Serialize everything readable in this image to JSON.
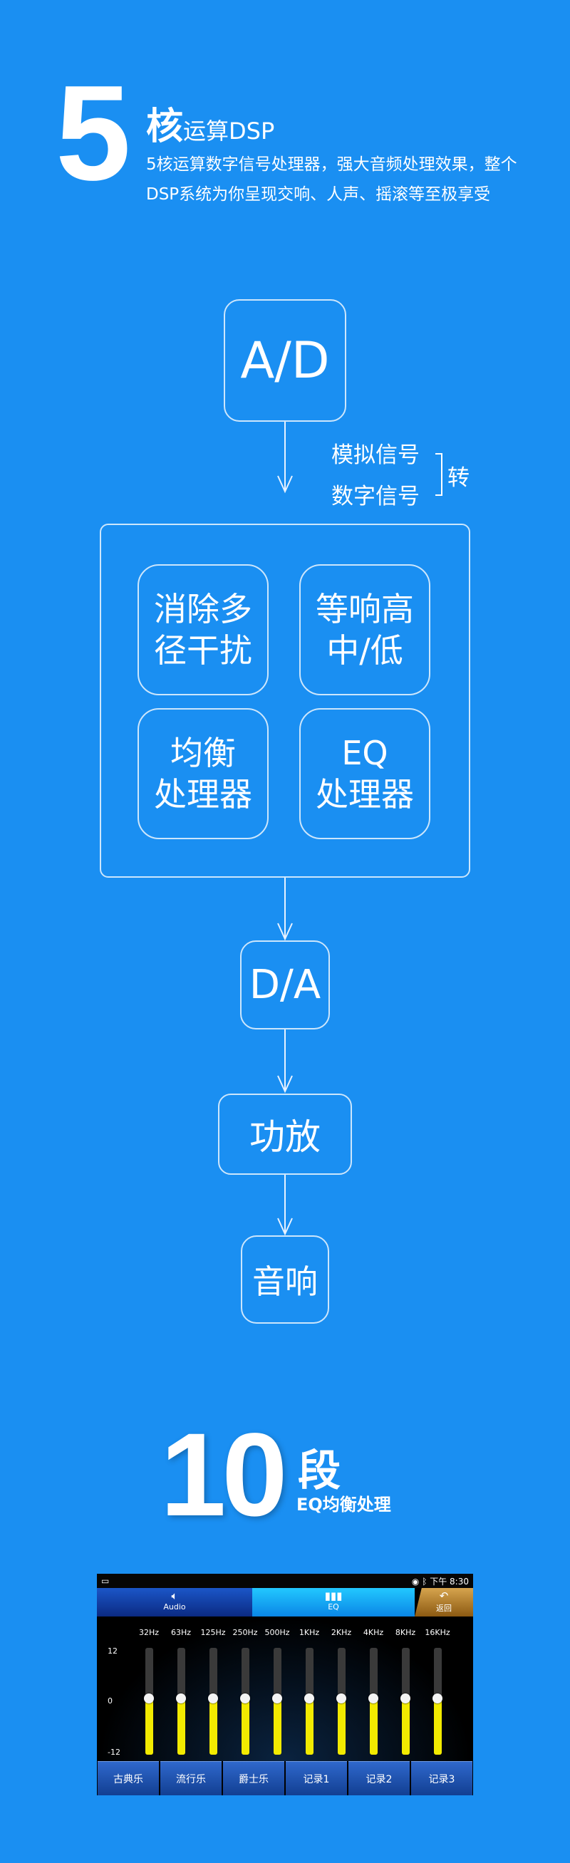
{
  "header": {
    "big_number": "5",
    "title_main": "核",
    "title_rest": "运算DSP",
    "description": "5核运算数字信号处理器，强大音频处理效果，整个DSP系统为你呈现交响、人声、摇滚等至极享受"
  },
  "flow": {
    "ad": "A/D",
    "analog": "模拟信号",
    "digital": "数字信号",
    "convert": "转",
    "cells": [
      {
        "line1": "消除多",
        "line2": "径干扰"
      },
      {
        "line1": "等响高",
        "line2": "中/低"
      },
      {
        "line1": "均衡",
        "line2": "处理器"
      },
      {
        "line1": "EQ",
        "line2": "处理器"
      }
    ],
    "da": "D/A",
    "amp": "功放",
    "speaker": "音响"
  },
  "eq_section": {
    "big_number": "10",
    "title": "段",
    "subtitle": "EQ均衡处理"
  },
  "screen": {
    "status": {
      "time": "下午 8:30",
      "icons": [
        "sd-card-icon",
        "location-icon",
        "bluetooth-icon"
      ]
    },
    "tabs": [
      {
        "label": "Audio",
        "icon": "speaker-icon"
      },
      {
        "label": "EQ",
        "icon": "equalizer-icon"
      },
      {
        "label": "返回",
        "icon": "back-icon"
      }
    ],
    "scale": {
      "top": "12",
      "mid": "0",
      "bottom": "-12"
    },
    "bands": [
      {
        "freq": "32Hz",
        "gain": 0
      },
      {
        "freq": "63Hz",
        "gain": 0
      },
      {
        "freq": "125Hz",
        "gain": 0
      },
      {
        "freq": "250Hz",
        "gain": 0
      },
      {
        "freq": "500Hz",
        "gain": 0
      },
      {
        "freq": "1KHz",
        "gain": 0
      },
      {
        "freq": "2KHz",
        "gain": 0
      },
      {
        "freq": "4KHz",
        "gain": 0
      },
      {
        "freq": "8KHz",
        "gain": 0
      },
      {
        "freq": "16KHz",
        "gain": 0
      }
    ],
    "presets": [
      "古典乐",
      "流行乐",
      "爵士乐",
      "记录1",
      "记录2",
      "记录3"
    ]
  }
}
